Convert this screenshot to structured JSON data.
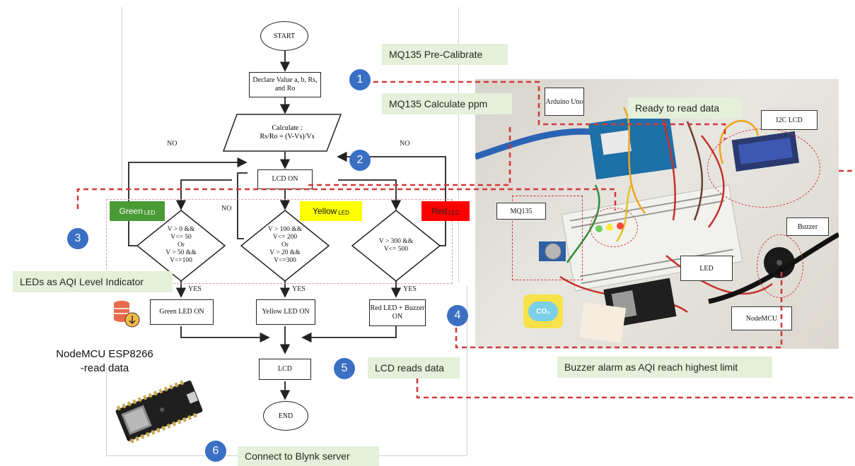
{
  "flowchart": {
    "start": "START",
    "declare": "Declare Value a, b, Rs, and Ro",
    "calculate_title": "Calculate :",
    "calculate_formula": "Rs/Ro = (V-Vs)/Vs",
    "lcd_on": "LCD ON",
    "no_left": "NO",
    "no_right": "NO",
    "no_middle": "NO",
    "cond_green": [
      "V > 0 &&",
      "V<= 50",
      "Or",
      "V > 50 &&",
      "V<=100"
    ],
    "cond_yellow": [
      "V > 100 &&",
      "V<= 200",
      "Or",
      "V > 20 &&",
      "V<=300"
    ],
    "cond_red": [
      "V > 300 &&",
      "V<= 500"
    ],
    "yes_green": "YES",
    "yes_yellow": "YES",
    "yes_red": "YES",
    "green_led_on": "Green LED ON",
    "yellow_led_on": "Yellow  LED ON",
    "red_led_on": "Red LED + Buzzer  ON",
    "lcd": "LCD",
    "end": "END"
  },
  "led_tags": {
    "green": "Green",
    "yellow": "Yellow",
    "red": "Red",
    "sub_led": "LED",
    "sub_red": "LEC"
  },
  "callouts": {
    "c1": "MQ135 Pre-Calibrate",
    "c2": "MQ135 Calculate ppm",
    "c3": "LEDs as AQI Level Indicator",
    "c4": "Buzzer alarm as AQI reach highest limit",
    "c5": "LCD reads data",
    "c6": "Connect to Blynk server",
    "ready": "Ready to read data"
  },
  "numbers": {
    "n1": "1",
    "n2": "2",
    "n3": "3",
    "n4": "4",
    "n5": "5",
    "n6": "6"
  },
  "nodemcu_caption": {
    "line1": "NodeMCU ESP8266",
    "line2": "-read data"
  },
  "photo_labels": {
    "arduino": "Arduino Uno",
    "i2c": "I2C LCD",
    "mq135": "MQ135",
    "buzzer": "Buzzer",
    "led": "LED",
    "nodemcu": "NodeMCU"
  },
  "co2_badge": "CO₂",
  "colors": {
    "callout_bg": "#e4f0da",
    "number_blue": "#3a6fc4",
    "dashed_red": "#d23a3a",
    "green_tag": "#4a9a35",
    "yellow_tag": "#ffff00",
    "red_tag": "#ff0000"
  }
}
